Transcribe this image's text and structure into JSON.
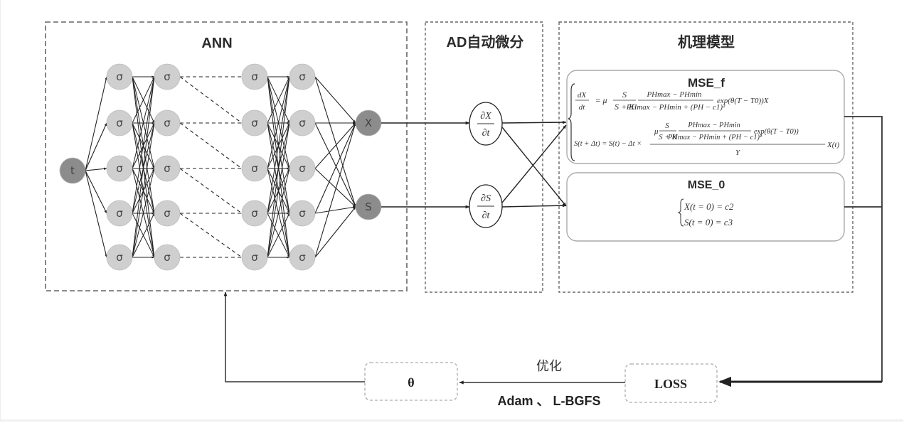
{
  "sections": {
    "ann": {
      "title": "ANN"
    },
    "ad": {
      "title": "AD自动微分"
    },
    "mechanism": {
      "title": "机理模型"
    }
  },
  "network": {
    "input_node": "t",
    "hidden_activation": "σ",
    "hidden_layers_shown": 4,
    "neurons_per_layer": 5,
    "output_nodes": [
      "X",
      "S"
    ]
  },
  "derivatives": {
    "dx": {
      "num": "∂X",
      "den": "∂t"
    },
    "ds": {
      "num": "∂S",
      "den": "∂t"
    }
  },
  "mse_f": {
    "title": "MSE_f",
    "eq1": {
      "lhs_num": "dX",
      "lhs_den": "dt",
      "mu": "= μ",
      "frac1_num": "S",
      "frac1_den": "S + K",
      "frac2_num": "PHmax − PHmin",
      "frac2_den": "PHmax − PHmin + (PH − c1)²",
      "tail": "exp(θ(T − T0))X"
    },
    "eq2": {
      "lhs": "S(t + Δt) = S(t) − Δt ×",
      "mu": "μ",
      "frac1_num": "S",
      "frac1_den": "S + K",
      "frac2_num": "PHmax − PHmin",
      "frac2_den": "PHmax − PHmin + (PH − c1)²",
      "exp": "exp(θ(T − T0))",
      "den": "Y",
      "tail": "X(t)"
    }
  },
  "mse_0": {
    "title": "MSE_0",
    "eq1": "X(t = 0) = c2",
    "eq2": "S(t = 0) = c3"
  },
  "optimization": {
    "theta_label": "θ",
    "loss_label": "LOSS",
    "top_label": "优化",
    "bottom_label": "Adam 、 L-BGFS"
  }
}
